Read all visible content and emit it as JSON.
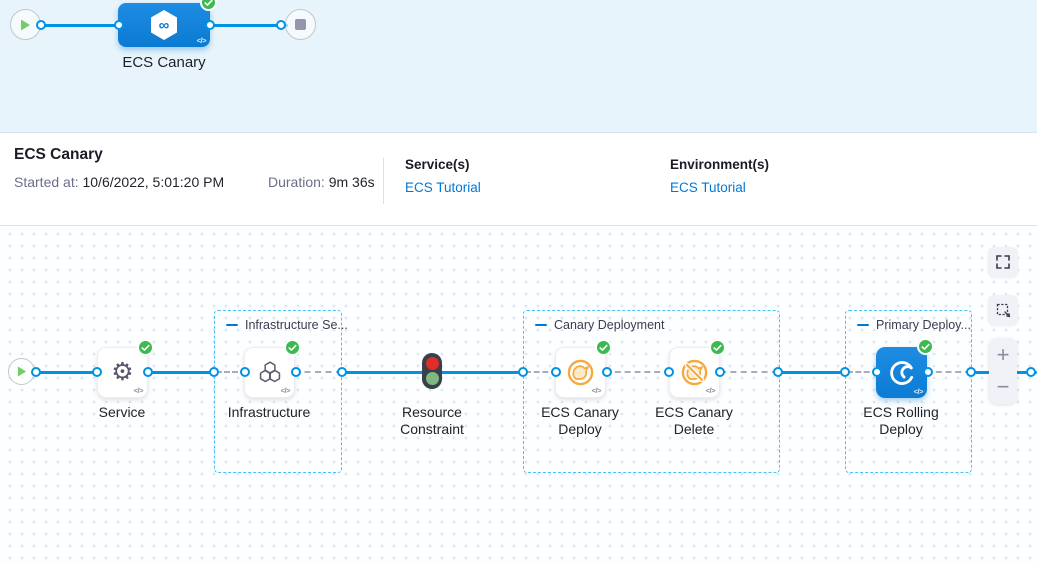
{
  "colors": {
    "accent": "#0278D5",
    "line": "#0092E4",
    "success": "#3CBA50",
    "canary_yellow": "#F7A93B",
    "band_bg": "#E7F4FB",
    "group_border": "#45C1F4"
  },
  "icons": {
    "code": "</>",
    "gear": "⚙",
    "infinity": "∞",
    "zoom_in": "+",
    "zoom_out": "−"
  },
  "header_graph": {
    "stage": {
      "label": "ECS Canary"
    }
  },
  "run_summary": {
    "title": "ECS Canary",
    "started_label": "Started at:",
    "started_value": "10/6/2022, 5:01:20 PM",
    "duration_label": "Duration:",
    "duration_value": "9m 36s",
    "services_label": "Service(s)",
    "services_value": "ECS Tutorial",
    "environments_label": "Environment(s)",
    "environments_value": "ECS Tutorial"
  },
  "canvas": {
    "groups": [
      {
        "label": "Infrastructure Se..."
      },
      {
        "label": "Canary Deployment"
      },
      {
        "label": "Primary Deploy..."
      }
    ],
    "nodes": [
      {
        "label": "Service"
      },
      {
        "label": "Infrastructure"
      },
      {
        "label_line1": "Resource",
        "label_line2": "Constraint"
      },
      {
        "label_line1": "ECS Canary",
        "label_line2": "Deploy"
      },
      {
        "label_line1": "ECS Canary",
        "label_line2": "Delete"
      },
      {
        "label_line1": "ECS Rolling",
        "label_line2": "Deploy"
      }
    ],
    "controls": {
      "zoom_in": "+",
      "zoom_out": "−"
    }
  }
}
